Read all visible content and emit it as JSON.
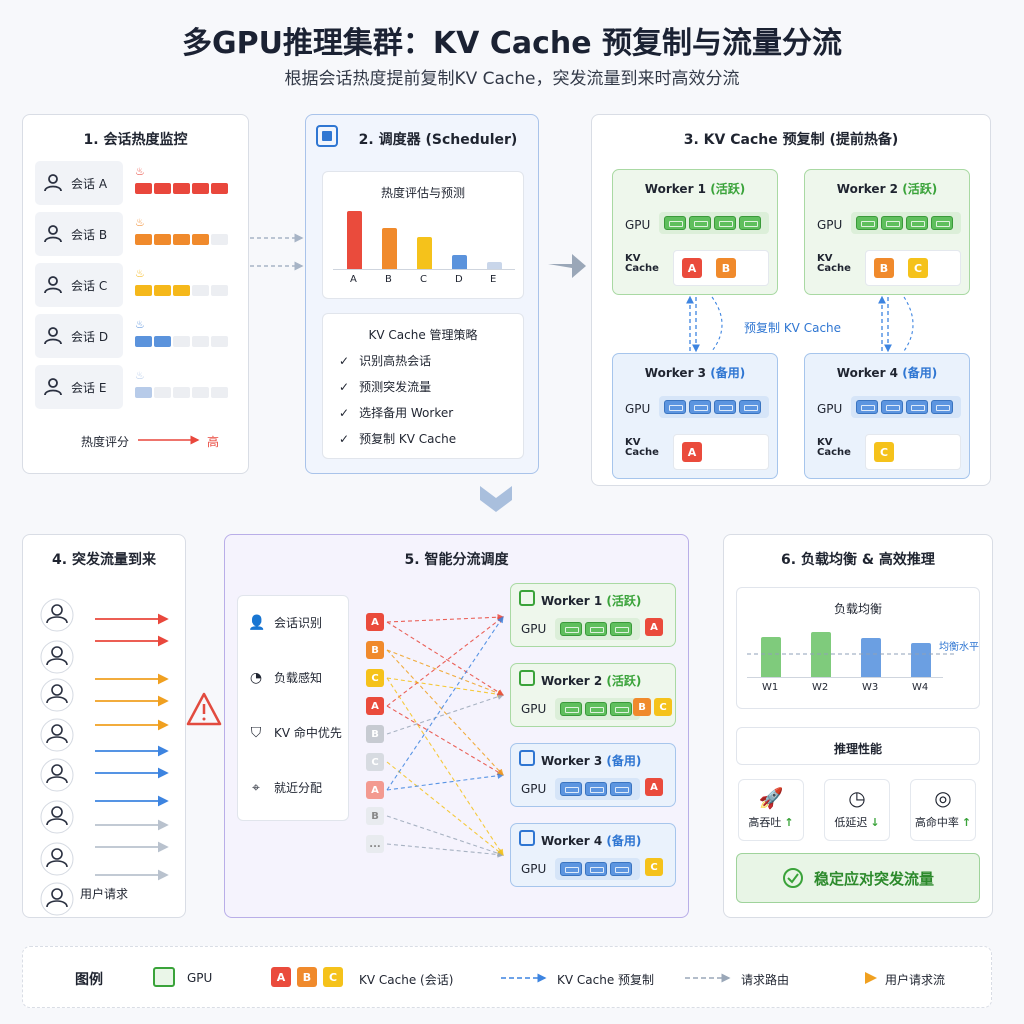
{
  "header": {
    "title": "多GPU推理集群：KV Cache 预复制与流量分流",
    "subtitle": "根据会话热度提前复制KV Cache，突发流量到来时高效分流"
  },
  "panel1": {
    "title": "1. 会话热度监控",
    "sessions": [
      {
        "label": "会话 A",
        "level": 5,
        "color": "#e9473c"
      },
      {
        "label": "会话 B",
        "level": 4,
        "color": "#f08a2c"
      },
      {
        "label": "会话 C",
        "level": 3,
        "color": "#f5b81b"
      },
      {
        "label": "会话 D",
        "level": 2,
        "color": "#5b93dc"
      },
      {
        "label": "会话 E",
        "level": 1,
        "color": "#b7cbe9"
      }
    ],
    "score_label": "热度评分",
    "score_high": "高"
  },
  "panel2": {
    "title": "2. 调度器 (Scheduler)",
    "chart_title": "热度评估与预测",
    "chart_data": {
      "type": "bar",
      "categories": [
        "A",
        "B",
        "C",
        "D",
        "E"
      ],
      "values": [
        5,
        3.5,
        2.8,
        1.2,
        0.6
      ],
      "colors": [
        "#ea4b3c",
        "#f08a2c",
        "#f5c21b",
        "#5b93dc",
        "#c9d6ea"
      ]
    },
    "strategy_title": "KV Cache 管理策略",
    "strategies": [
      "识别高热会话",
      "预测突发流量",
      "选择备用 Worker",
      "预复制 KV Cache"
    ]
  },
  "panel3": {
    "title": "3. KV Cache 预复制 (提前热备)",
    "replicate_label": "预复制 KV Cache",
    "workers": [
      {
        "name": "Worker 1",
        "state": "(活跃)",
        "gpu": "GPU",
        "kv": "KV Cache",
        "tags": [
          "A",
          "B"
        ]
      },
      {
        "name": "Worker 2",
        "state": "(活跃)",
        "gpu": "GPU",
        "kv": "KV Cache",
        "tags": [
          "B",
          "C"
        ]
      },
      {
        "name": "Worker 3",
        "state": "(备用)",
        "gpu": "GPU",
        "kv": "KV Cache",
        "tags": [
          "A"
        ]
      },
      {
        "name": "Worker 4",
        "state": "(备用)",
        "gpu": "GPU",
        "kv": "KV Cache",
        "tags": [
          "C"
        ]
      }
    ]
  },
  "panel4": {
    "title": "4. 突发流量到来",
    "footer": "用户请求"
  },
  "panel5": {
    "title": "5. 智能分流调度",
    "features": [
      {
        "label": "会话识别",
        "icon": "user-icon"
      },
      {
        "label": "负载感知",
        "icon": "gauge-icon"
      },
      {
        "label": "KV 命中优先",
        "icon": "check-shield-icon"
      },
      {
        "label": "就近分配",
        "icon": "location-icon"
      }
    ],
    "queue": [
      "A",
      "B",
      "C",
      "A",
      "B",
      "C",
      "A",
      "B",
      "..."
    ],
    "workers": [
      {
        "name": "Worker 1",
        "state": "(活跃)",
        "gpu": "GPU",
        "tags": [
          "A"
        ]
      },
      {
        "name": "Worker 2",
        "state": "(活跃)",
        "gpu": "GPU",
        "tags": [
          "B",
          "C"
        ]
      },
      {
        "name": "Worker 3",
        "state": "(备用)",
        "gpu": "GPU",
        "tags": [
          "A"
        ]
      },
      {
        "name": "Worker 4",
        "state": "(备用)",
        "gpu": "GPU",
        "tags": [
          "C"
        ]
      }
    ]
  },
  "panel6": {
    "title": "6. 负载均衡 & 高效推理",
    "lb_title": "负载均衡",
    "balance_label": "均衡水平",
    "chart_data": {
      "type": "bar",
      "categories": [
        "W1",
        "W2",
        "W3",
        "W4"
      ],
      "values": [
        0.72,
        0.8,
        0.7,
        0.6
      ],
      "colors": [
        "#7fcb7c",
        "#7fcb7c",
        "#6b9fe2",
        "#6b9fe2"
      ]
    },
    "perf_title": "推理性能",
    "metrics": [
      {
        "label": "高吞吐",
        "icon": "rocket-icon",
        "dir": "↑"
      },
      {
        "label": "低延迟",
        "icon": "clock-icon",
        "dir": "↓"
      },
      {
        "label": "高命中率",
        "icon": "target-icon",
        "dir": "↑"
      }
    ],
    "banner": "稳定应对突发流量"
  },
  "legend": {
    "title": "图例",
    "gpu": "GPU",
    "kv": "KV Cache (会话)",
    "replicate": "KV Cache 预复制",
    "routing": "请求路由",
    "userflow": "用户请求流",
    "tags": [
      "A",
      "B",
      "C"
    ]
  }
}
